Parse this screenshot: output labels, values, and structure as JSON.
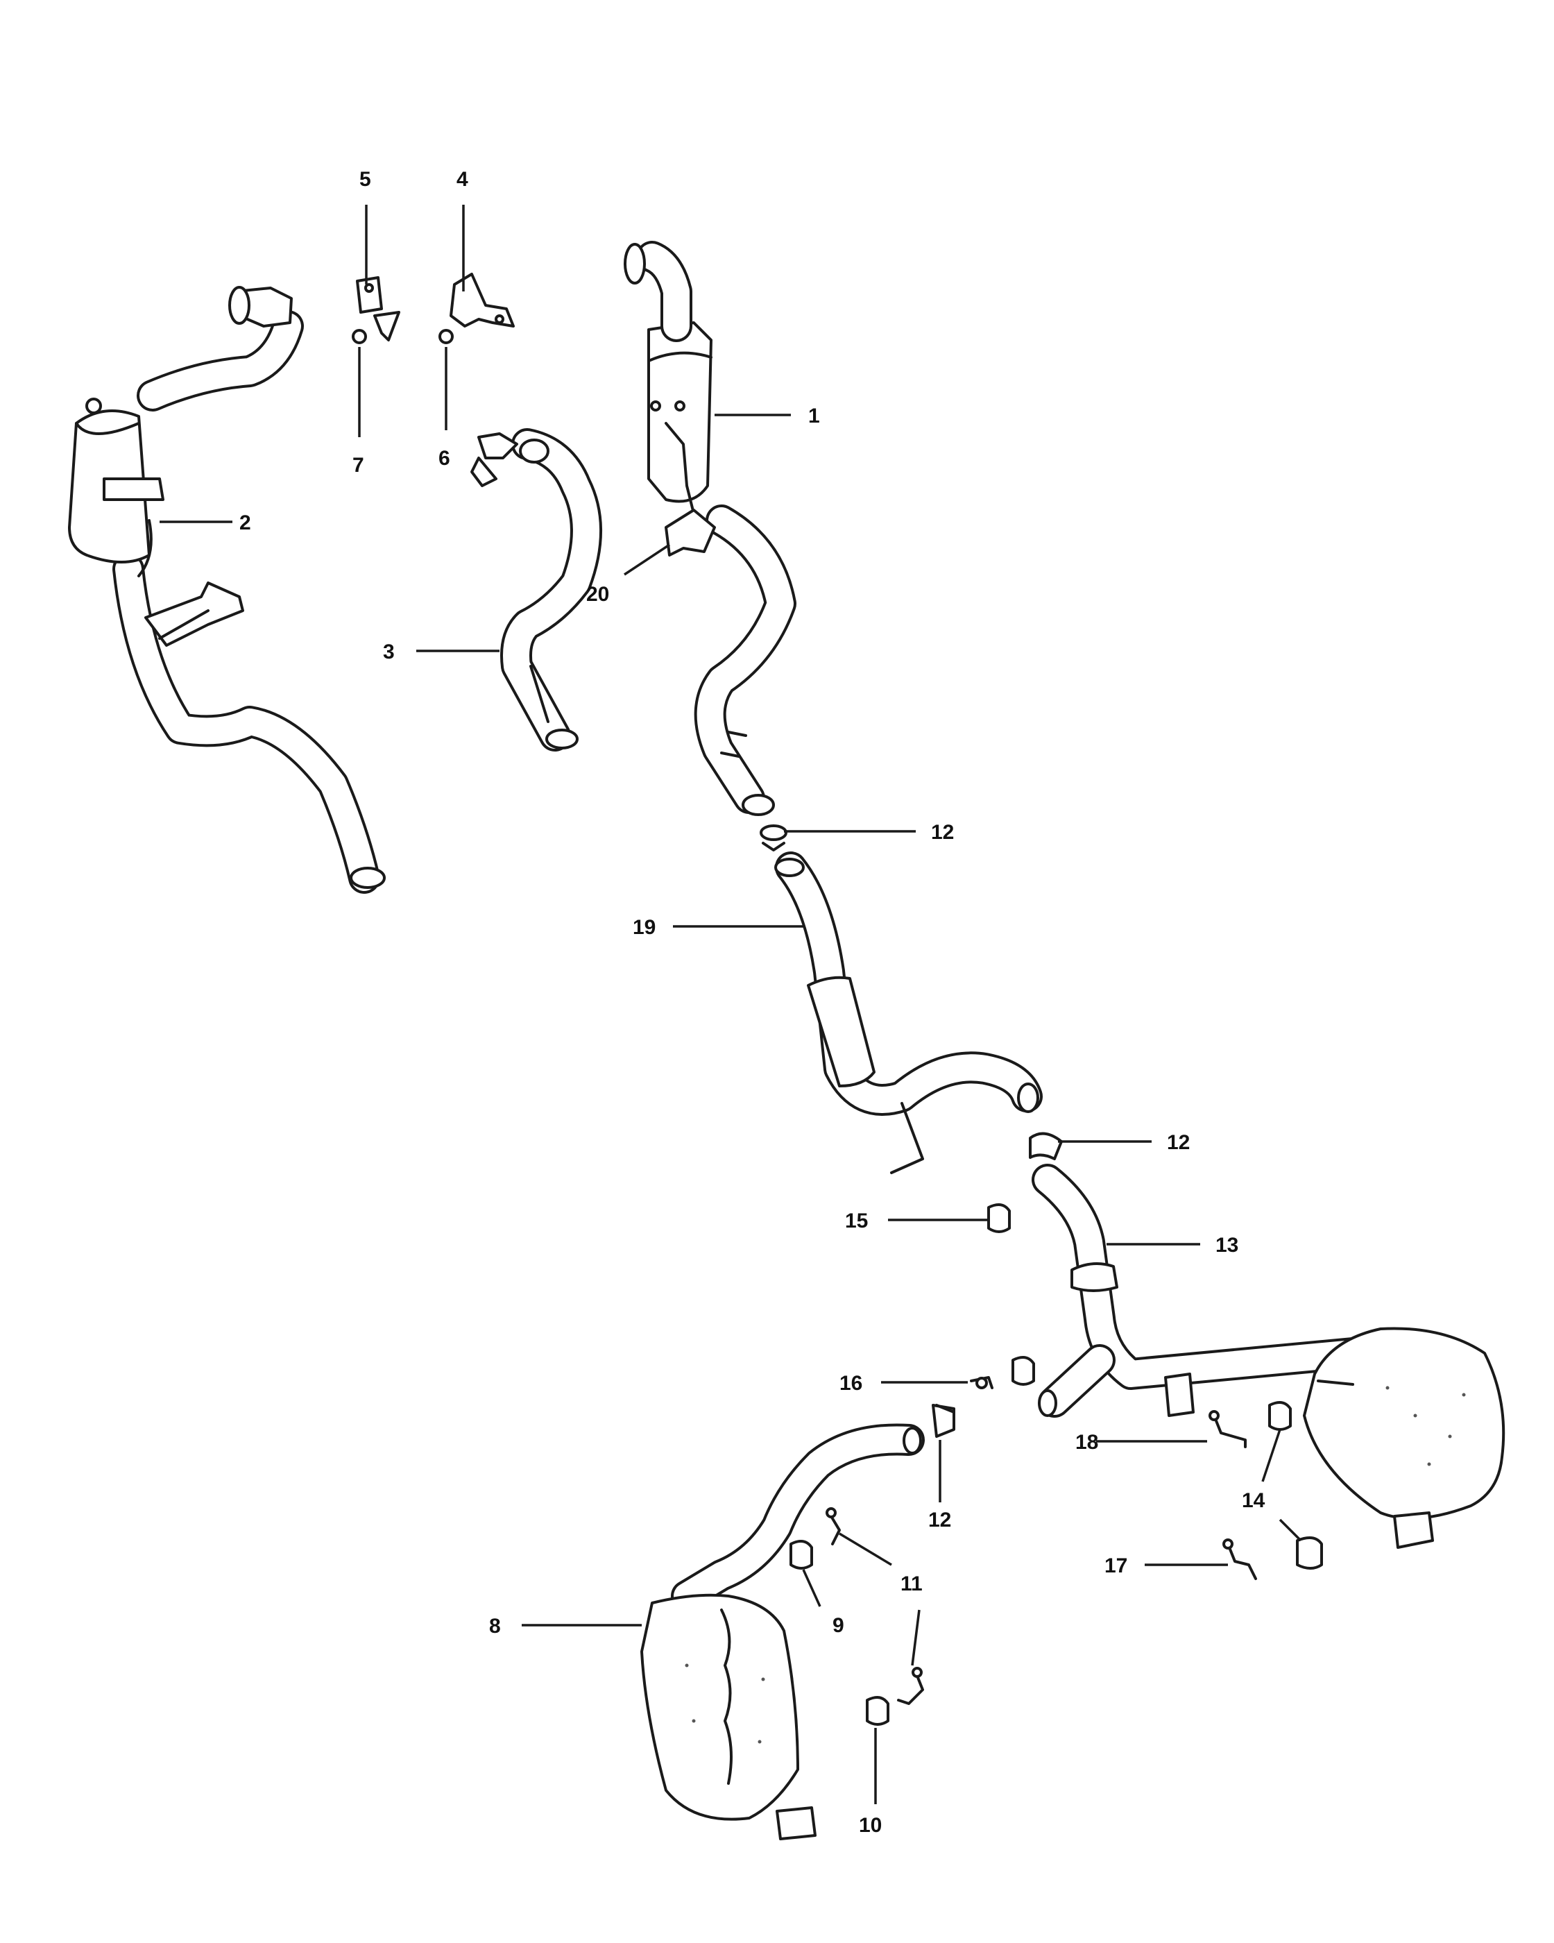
{
  "callouts": {
    "c1": "1",
    "c2": "2",
    "c3": "3",
    "c4": "4",
    "c5": "5",
    "c6": "6",
    "c7": "7",
    "c8": "8",
    "c9": "9",
    "c10": "10",
    "c11a": "11",
    "c12a": "12",
    "c12b": "12",
    "c12c": "12",
    "c13": "13",
    "c14": "14",
    "c15": "15",
    "c16": "16",
    "c17": "17",
    "c18": "18",
    "c19": "19",
    "c20": "20"
  },
  "line_color": "#1a1a1a",
  "background_color": "#ffffff"
}
